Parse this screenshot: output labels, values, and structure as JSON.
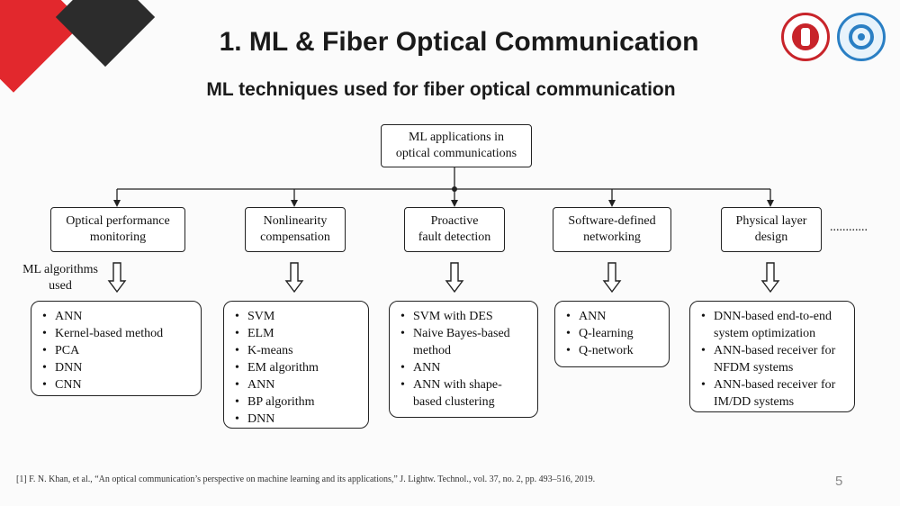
{
  "slide": {
    "title": "1. ML & Fiber Optical Communication",
    "subtitle": "ML techniques used for fiber optical communication",
    "reference": "[1] F. N. Khan, et al., “An optical communication’s perspective on machine learning and its applications,” J. Lightw. Technol., vol. 37, no. 2, pp. 493–516, 2019.",
    "page_number": "5"
  },
  "diagram": {
    "root": [
      "ML applications in",
      "optical communications"
    ],
    "side_label": [
      "ML algorithms",
      "used"
    ],
    "ellipsis": "............",
    "categories": [
      {
        "label": [
          "Optical performance",
          "monitoring"
        ],
        "algorithms": [
          "ANN",
          "Kernel-based method",
          "PCA",
          "DNN",
          "CNN"
        ]
      },
      {
        "label": [
          "Nonlinearity",
          "compensation"
        ],
        "algorithms": [
          "SVM",
          "ELM",
          "K-means",
          "EM algorithm",
          "ANN",
          "BP algorithm",
          "DNN"
        ]
      },
      {
        "label": [
          "Proactive",
          "fault detection"
        ],
        "algorithms": [
          "SVM with DES",
          "Naive Bayes-based method",
          "ANN",
          "ANN with shape-based clustering"
        ]
      },
      {
        "label": [
          "Software-defined",
          "networking"
        ],
        "algorithms": [
          "ANN",
          "Q-learning",
          "Q-network"
        ]
      },
      {
        "label": [
          "Physical layer",
          "design"
        ],
        "algorithms": [
          "DNN-based end-to-end system optimization",
          "ANN-based receiver for NFDM systems",
          "ANN-based receiver for IM/DD systems"
        ]
      }
    ]
  }
}
